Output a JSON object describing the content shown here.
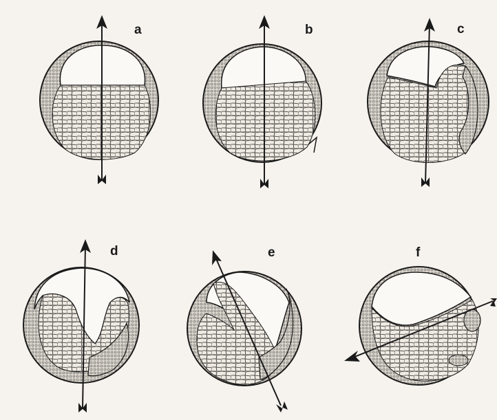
{
  "figure": {
    "panels": [
      {
        "id": "a",
        "label": "a"
      },
      {
        "id": "b",
        "label": "b"
      },
      {
        "id": "c",
        "label": "c"
      },
      {
        "id": "d",
        "label": "d"
      },
      {
        "id": "e",
        "label": "e"
      },
      {
        "id": "f",
        "label": "f"
      }
    ]
  },
  "colors": {
    "ink": "#1a1a1a",
    "background": "#f6f3ee",
    "cavity": "#fbf9f5",
    "cell_fill": "#ece7de",
    "dense_texture": "#8a8680"
  }
}
